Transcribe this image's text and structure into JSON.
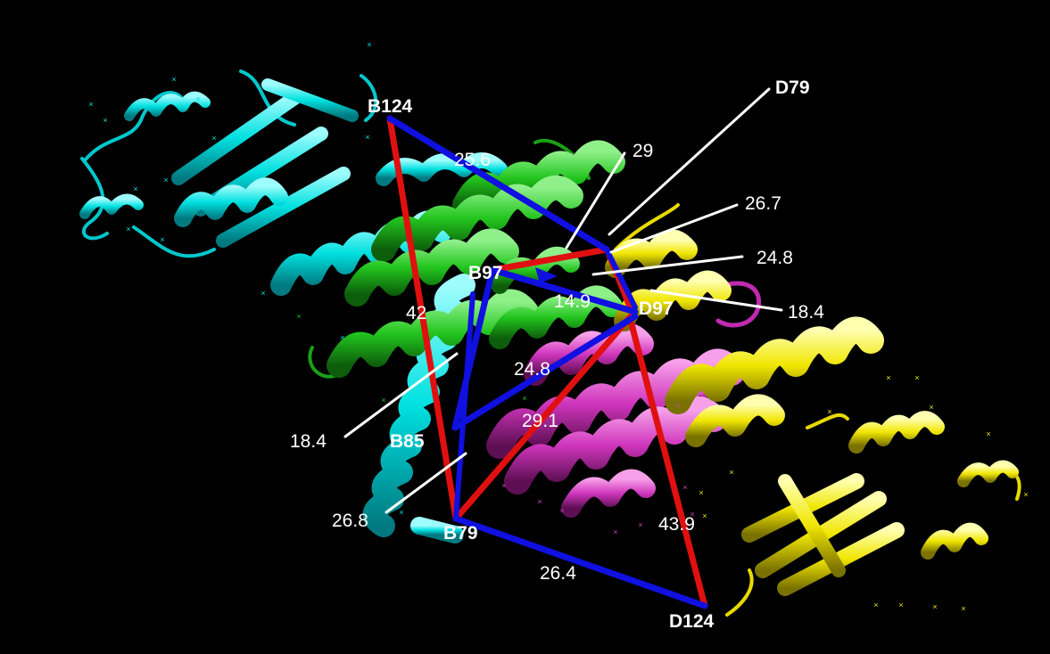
{
  "residue_labels": {
    "b124": "B124",
    "b97": "B97",
    "b85": "B85",
    "b79": "B79",
    "d79": "D79",
    "d97": "D97",
    "d124": "D124"
  },
  "distances": {
    "b124_d79": "25.6",
    "b124_b79": "42",
    "b97_d97": "14.9",
    "d97_b85": "24.8",
    "b97_d79": "29",
    "d79_d97_a": "26.7",
    "d79_d97_b": "24.8",
    "b97_d97_right": "18.4",
    "b97_b85": "18.4",
    "b79_d97": "29.1",
    "b85_b79": "26.8",
    "b79_d124": "26.4",
    "d97_d124": "43.9"
  },
  "colors": {
    "background": "#000000",
    "chain_b": "#00e5e5",
    "chain_b_light": "#7ff5f5",
    "chain_c": "#22c51e",
    "chain_c_light": "#6fe86a",
    "chain_a": "#d23cc0",
    "chain_a_light": "#f08ae2",
    "chain_d": "#f0e600",
    "chain_d_light": "#fffa80",
    "distance_red": "#e01010",
    "distance_blue": "#1010e0",
    "leader_line": "#ffffff"
  }
}
